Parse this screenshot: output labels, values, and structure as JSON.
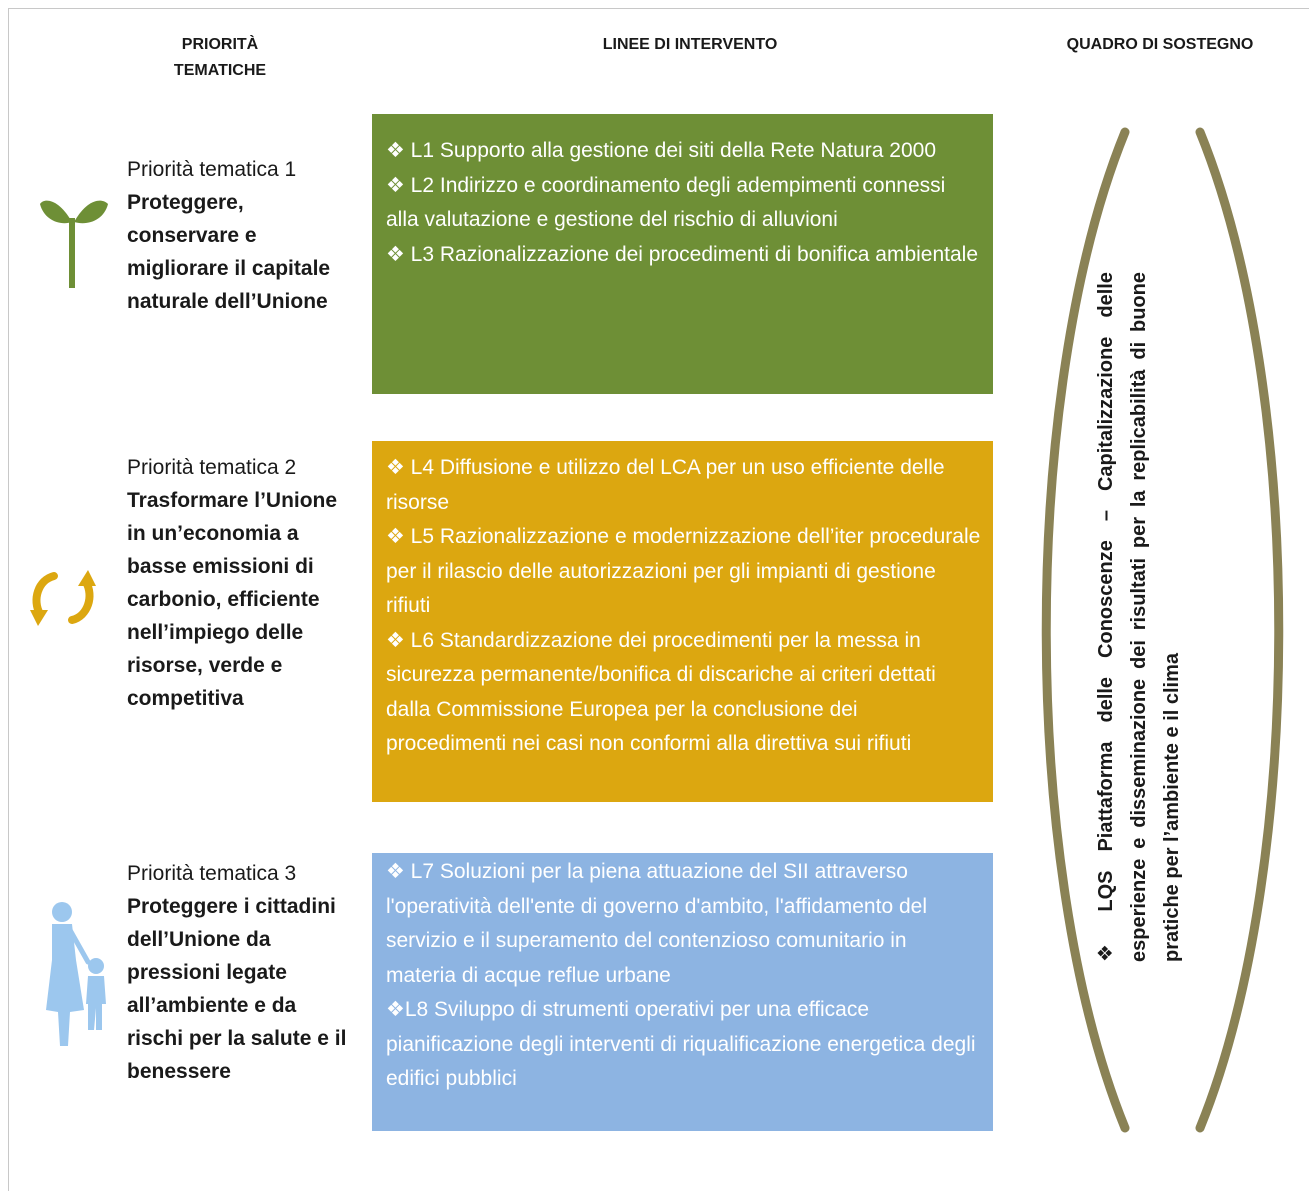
{
  "headers": {
    "col1": "PRIORITÀ TEMATICHE",
    "col2": "LINEE DI INTERVENTO",
    "col3": "QUADRO DI SOSTEGNO"
  },
  "priorities": [
    {
      "number": "Priorità tematica 1",
      "title": "Proteggere, conservare e migliorare il capitale naturale dell’Unione",
      "icon": "sprout-icon",
      "color": "#6e8f36",
      "lines": [
        "❖ L1 Supporto alla gestione dei siti della Rete Natura 2000",
        "❖ L2 Indirizzo e coordinamento degli adempimenti connessi alla valutazione e gestione del rischio di alluvioni",
        "❖ L3 Razionalizzazione dei procedimenti di bonifica ambientale"
      ]
    },
    {
      "number": "Priorità tematica 2",
      "title": "Trasformare l’Unione in un’economia a basse emissioni di carbonio, efficiente nell’impiego delle risorse, verde e competitiva",
      "icon": "recycle-arrows-icon",
      "color": "#dca710",
      "lines": [
        "❖ L4 Diffusione e utilizzo del LCA per un uso efficiente delle risorse",
        "❖ L5 Razionalizzazione e modernizzazione dell’iter procedurale per il rilascio delle autorizzazioni per gli impianti di gestione rifiuti",
        "❖ L6 Standardizzazione dei procedimenti per la messa in sicurezza permanente/bonifica di discariche ai criteri dettati dalla Commissione Europea per la conclusione dei procedimenti nei casi non conformi alla direttiva sui rifiuti"
      ]
    },
    {
      "number": "Priorità tematica 3",
      "title": "Proteggere i cittadini dell’Unione da pressioni legate all’ambiente e da rischi per la salute e il benessere",
      "icon": "mother-child-icon",
      "color": "#8db4e2",
      "lines": [
        "❖ L7 Soluzioni per la piena attuazione del SII attraverso l'operatività dell'ente di governo d'ambito, l'affidamento del servizio e il superamento del contenzioso comunitario in materia di acque reflue urbane",
        "❖L8 Sviluppo di strumenti operativi per una efficace pianificazione degli interventi di riqualificazione energetica degli edifici pubblici"
      ]
    }
  ],
  "support": {
    "text": "❖ LQS Piattaforma delle Conoscenze – Capitalizzazione delle esperienze e disseminazione dei risultati per la replicabilità di buone pratiche per l’ambiente e il clima",
    "arc_color": "#8a8255"
  }
}
